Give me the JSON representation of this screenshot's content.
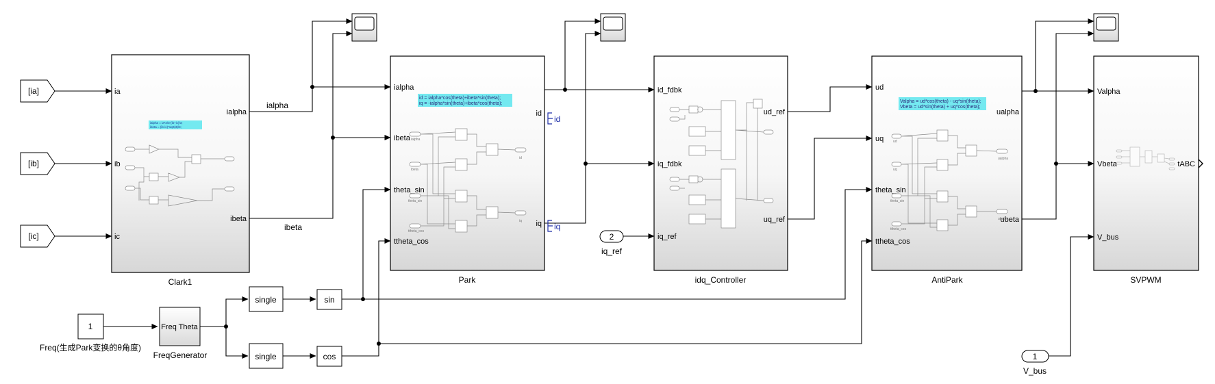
{
  "inputs": {
    "from_ia": "[ia]",
    "from_ib": "[ib]",
    "from_ic": "[ic]"
  },
  "clark": {
    "name": "Clark1",
    "in_ports": [
      "ia",
      "ib",
      "ic"
    ],
    "out_ports": [
      "ialpha",
      "ibeta"
    ],
    "code": [
      "ialpha = ia*2/3-(ib+ic)/3;",
      "ibeta = (ib-ic)*sqrt(3)/3;"
    ]
  },
  "wire_labels": {
    "ialpha": "ialpha",
    "ibeta": "ibeta"
  },
  "park": {
    "name": "Park",
    "in_ports": [
      "ialpha",
      "ibeta",
      "theta_sin",
      "ttheta_cos"
    ],
    "out_ports": [
      "id",
      "iq"
    ],
    "code": [
      "id = ialpha*cos(theta)+ibeta*sin(theta);",
      "iq = -ialpha*sin(theta)+ibeta*cos(theta);"
    ],
    "inner_labels": [
      "ialpha",
      "ibeta",
      "theta_sin",
      "ttheta_cos",
      "id",
      "iq"
    ]
  },
  "goto": {
    "id": "id",
    "iq": "iq"
  },
  "idq": {
    "name": "idq_Controller",
    "in_ports": [
      "id_fdbk",
      "iq_fdbk",
      "iq_ref"
    ],
    "out_ports": [
      "ud_ref",
      "uq_ref"
    ]
  },
  "iq_ref_const": {
    "value": "2",
    "label": "iq_ref"
  },
  "antipark": {
    "name": "AntiPark",
    "in_ports": [
      "ud",
      "uq",
      "theta_sin",
      "ttheta_cos"
    ],
    "out_ports": [
      "ualpha",
      "ubeta"
    ],
    "code": [
      "Valpha = ud*cos(theta) - uq*sin(theta);",
      "Vbeta = ud*sin(theta) + uq*cos(theta);"
    ],
    "inner_labels": [
      "ud",
      "uq",
      "theta_sin",
      "ttheta_cos",
      "ualpha",
      "ubeta"
    ]
  },
  "svpwm": {
    "name": "SVPWM",
    "in_ports": [
      "Valpha",
      "Vbeta",
      "V_bus"
    ],
    "out_port": "tABC"
  },
  "vbus_in": {
    "value": "1",
    "label": "V_bus"
  },
  "freq": {
    "const_value": "1",
    "const_label": "Freq(生成Park变换的θ角度)",
    "gen_inner": "Freq Theta",
    "gen_name": "FreqGenerator"
  },
  "conv": {
    "single_top": "single",
    "single_bot": "single",
    "sin": "sin",
    "cos": "cos"
  }
}
